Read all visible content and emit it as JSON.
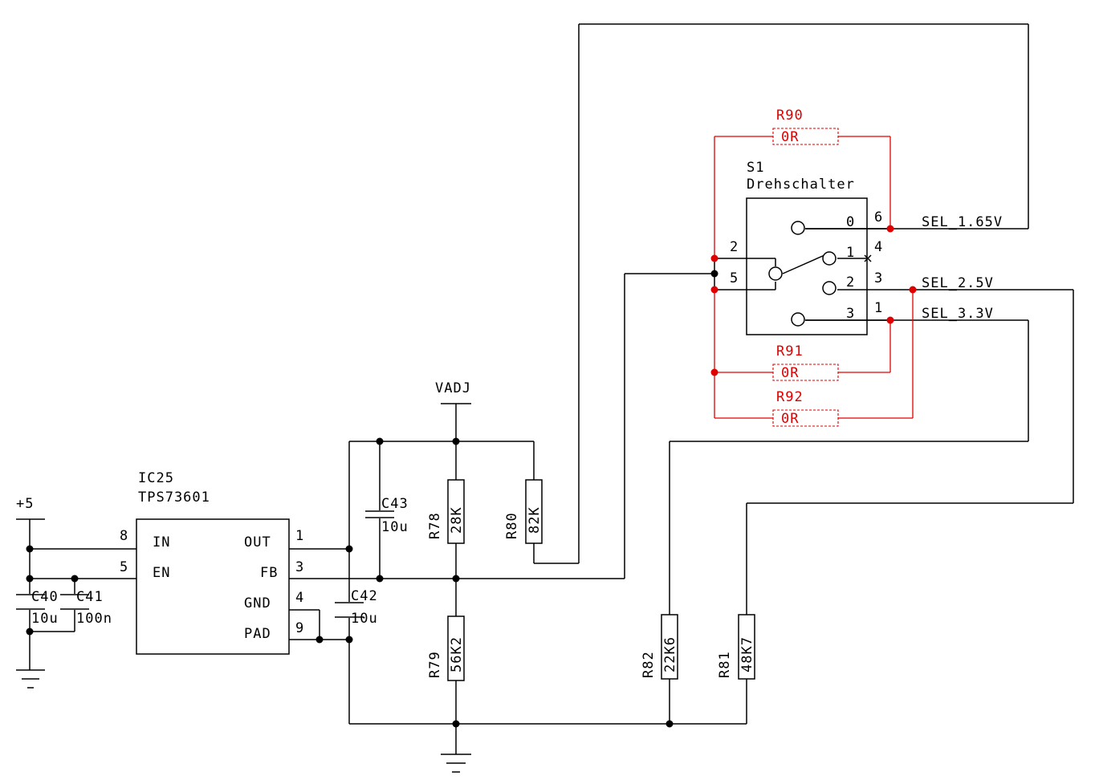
{
  "power": {
    "p5": "+5",
    "vadj": "VADJ"
  },
  "ic": {
    "ref": "IC25",
    "part": "TPS73601",
    "pins": {
      "in": "IN",
      "en": "EN",
      "out": "OUT",
      "fb": "FB",
      "gnd": "GND",
      "pad": "PAD",
      "n8": "8",
      "n5": "5",
      "n1": "1",
      "n3": "3",
      "n4": "4",
      "n9": "9"
    }
  },
  "caps": {
    "c40": {
      "ref": "C40",
      "val": "10u"
    },
    "c41": {
      "ref": "C41",
      "val": "100n"
    },
    "c42": {
      "ref": "C42",
      "val": "10u"
    },
    "c43": {
      "ref": "C43",
      "val": "10u"
    }
  },
  "resistors": {
    "r78": {
      "ref": "R78",
      "val": "28K"
    },
    "r79": {
      "ref": "R79",
      "val": "56K2"
    },
    "r80": {
      "ref": "R80",
      "val": "82K"
    },
    "r81": {
      "ref": "R81",
      "val": "48K7"
    },
    "r82": {
      "ref": "R82",
      "val": "22K6"
    },
    "r90": {
      "ref": "R90",
      "val": "0R"
    },
    "r91": {
      "ref": "R91",
      "val": "0R"
    },
    "r92": {
      "ref": "R92",
      "val": "0R"
    }
  },
  "switch": {
    "ref": "S1",
    "name": "Drehschalter",
    "pins": {
      "p2": "2",
      "p5": "5",
      "p6": "6",
      "p4": "4",
      "p3": "3",
      "p1": "1"
    },
    "pos": {
      "0": "0",
      "1": "1",
      "2": "2",
      "3": "3"
    }
  },
  "nets": {
    "sel165": "SEL_1.65V",
    "sel25": "SEL_2.5V",
    "sel33": "SEL_3.3V"
  },
  "colors": {
    "wire": "#000000",
    "dnp": "#e00000"
  }
}
